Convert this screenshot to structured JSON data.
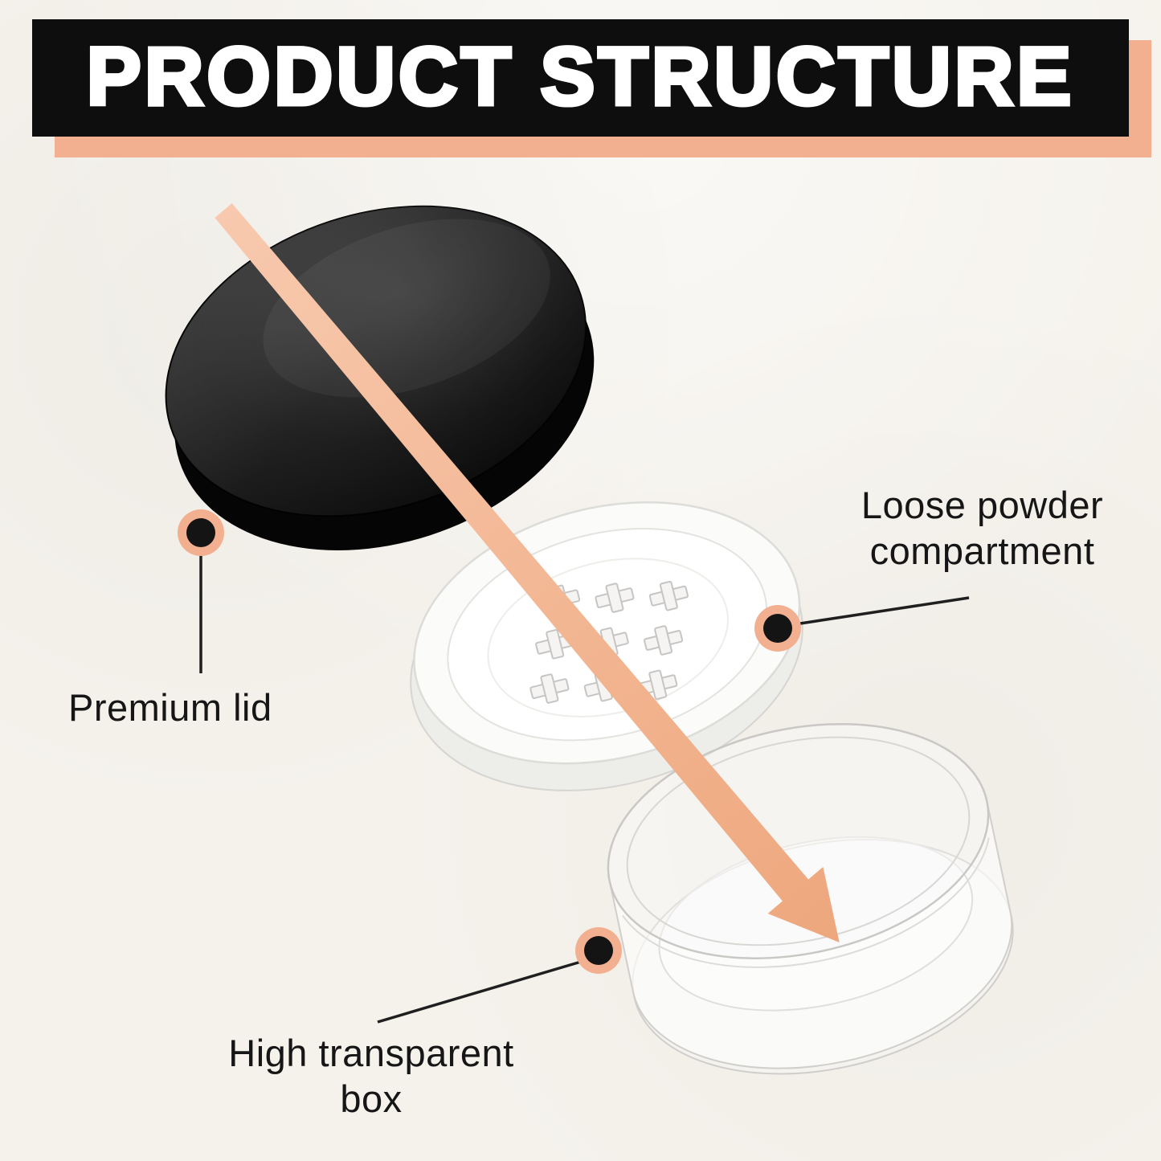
{
  "title": "PRODUCT STRUCTURE",
  "callouts": {
    "premium_lid": "Premium lid",
    "loose_powder_compartment": "Loose powder compartment",
    "high_transparent_box": "High transparent box"
  },
  "parts": [
    {
      "name": "lid",
      "label": "Premium lid"
    },
    {
      "name": "sifter",
      "label": "Loose powder compartment"
    },
    {
      "name": "jar",
      "label": "High transparent box"
    }
  ],
  "colors": {
    "accent_peach": "#f2b091",
    "arrow_peach_light": "#f7c4a8",
    "arrow_peach_dark": "#eea77d",
    "banner_black": "#0e0e0e",
    "background": "#f5f2ec",
    "label_text": "#161616",
    "lid_black": "#111111"
  }
}
